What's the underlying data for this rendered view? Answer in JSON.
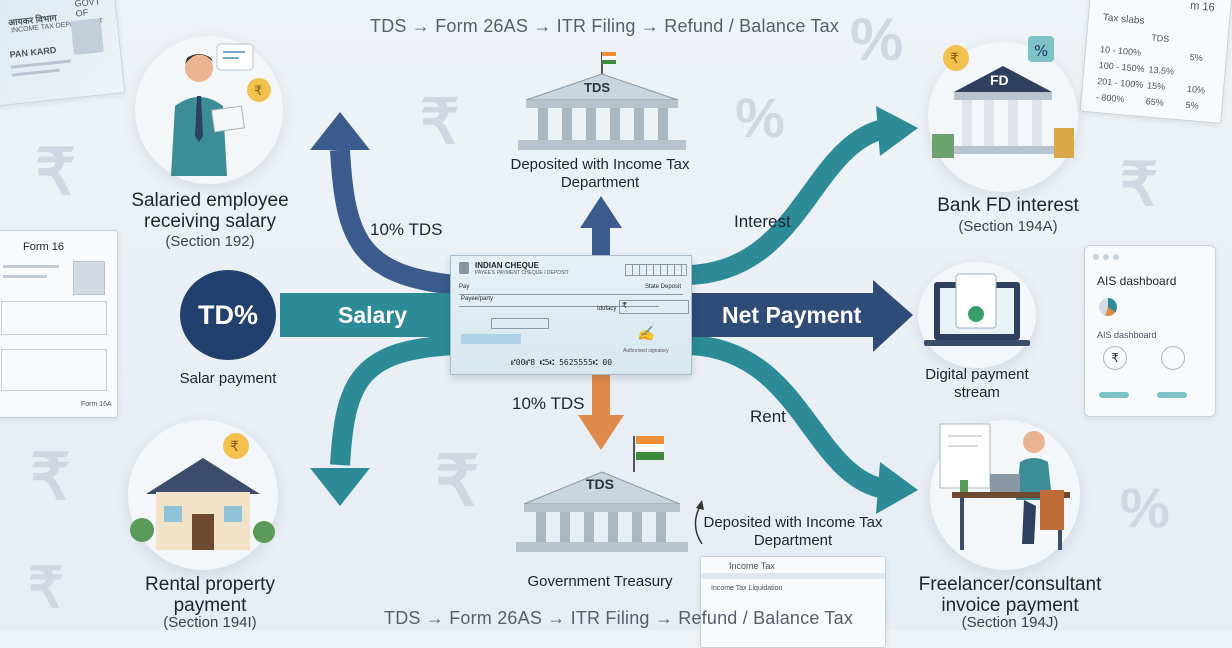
{
  "header": {
    "flow_caption_top": "TDS → Form 26AS → ITR Filing → Refund / Balance Tax",
    "flow_caption_bottom": "TDS → Form 26AS → ITR Filing → Refund / Balance Tax"
  },
  "center": {
    "top_building_label": "TDS",
    "top_caption": "Deposited with Income Tax Department",
    "cheque_title": "INDIAN CHEQUE",
    "cheque_subtitle": "PAYEE'S PAYMENT CHEQUE / DEPOSIT",
    "cheque_pay": "Pay",
    "cheque_state": "State Deposit",
    "cheque_payee": "Payee/party",
    "cheque_amount_label": "Idofacy",
    "cheque_rupee": "₹",
    "cheque_signature_note": "Authorised signatory",
    "cheque_micr": "⑈00⑈8 ⑆5⑆ 5625555⑆ 00",
    "bottom_building_label": "TDS",
    "bottom_caption": "Government Treasury",
    "bottom_note": "Deposited with Income Tax Department"
  },
  "flows": {
    "salary_tds": "10% TDS",
    "salary": "Salary",
    "interest": "Interest",
    "net_payment": "Net Payment",
    "rent_tds": "10% TDS",
    "rent": "Rent"
  },
  "nodes": {
    "salaried": {
      "title": "Salaried employee receiving salary",
      "section": "(Section 192)"
    },
    "tds_badge": {
      "label": "TD%",
      "caption": "Salar payment"
    },
    "rental": {
      "title": "Rental property payment",
      "section": "(Section 194I)"
    },
    "fd": {
      "badge": "FD",
      "title": "Bank FD interest",
      "section": "(Section 194A)"
    },
    "digital": {
      "title": "Digital payment stream"
    },
    "freelancer": {
      "title": "Freelancer/consultant invoice payment",
      "section": "(Section 194J)"
    }
  },
  "docs": {
    "form16_title": "Form 16",
    "form16_footer": "Form 16A",
    "pan_header": "आयकर विभाग",
    "pan_header2": "INCOME TAX DEPARTMENT",
    "pan_govt": "GOVT OF",
    "pan_label": "PAN KARD",
    "tax_slab_title": "Tax slabs",
    "tax_slab_head": "TDS",
    "tax_slab_rows": [
      [
        "10 - 100%",
        "",
        "5%"
      ],
      [
        "100 - 150%",
        "13.5%",
        ""
      ],
      [
        "201 - 100%",
        "15%",
        "10%"
      ],
      [
        "- 800%",
        "65%",
        "5%"
      ]
    ],
    "tax_slab_corner": "m 16",
    "ais_title": "AIS dashboard",
    "ais_sub": "AIS dashboard",
    "portal_title": "Income Tax",
    "portal_sub": "Income Tax Liquidation"
  },
  "symbols": {
    "rupee": "₹",
    "percent": "%"
  },
  "colors": {
    "navy": "#2f4b78",
    "teal": "#2d8b97",
    "orange": "#e08b4c",
    "dark": "#1f3560"
  }
}
